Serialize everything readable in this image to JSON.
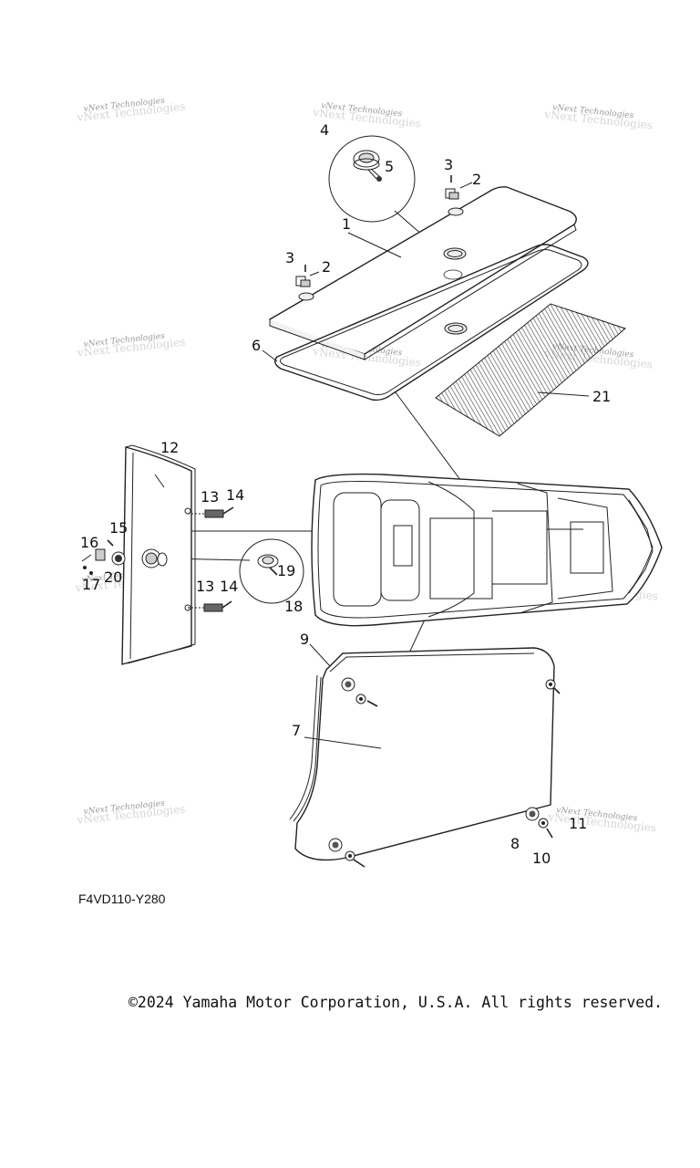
{
  "diagram": {
    "part_code": "F4VD110-Y280",
    "copyright": "©2024 Yamaha Motor Corporation, U.S.A. All rights reserved.",
    "watermark_text": "vNext Technologies",
    "callouts": {
      "c1": "1",
      "c2a": "2",
      "c2b": "2",
      "c3a": "3",
      "c3b": "3",
      "c4": "4",
      "c5": "5",
      "c6": "6",
      "c7": "7",
      "c8": "8",
      "c9": "9",
      "c10": "10",
      "c11": "11",
      "c12": "12",
      "c13a": "13",
      "c13b": "13",
      "c14a": "14",
      "c14b": "14",
      "c15": "15",
      "c16": "16",
      "c17": "17",
      "c18": "18",
      "c19": "19",
      "c20": "20",
      "c21": "21"
    }
  }
}
